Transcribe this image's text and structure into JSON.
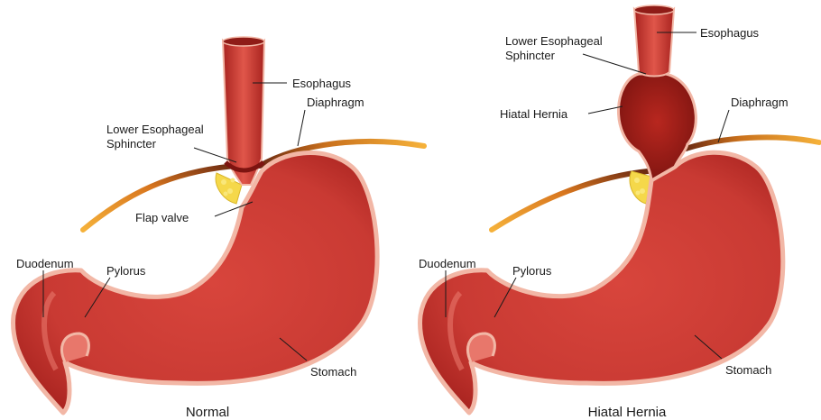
{
  "panels": [
    {
      "caption": "Normal",
      "labels": {
        "esophagus": "Esophagus",
        "les_line1": "Lower Esophageal",
        "les_line2": "Sphincter",
        "diaphragm": "Diaphragm",
        "flap_valve": "Flap valve",
        "duodenum": "Duodenum",
        "pylorus": "Pylorus",
        "stomach": "Stomach"
      }
    },
    {
      "caption": "Hiatal Hernia",
      "labels": {
        "les_line1": "Lower Esophageal",
        "les_line2": "Sphincter",
        "esophagus": "Esophagus",
        "hiatal_hernia": "Hiatal Hernia",
        "diaphragm": "Diaphragm",
        "duodenum": "Duodenum",
        "pylorus": "Pylorus",
        "stomach": "Stomach"
      }
    }
  ],
  "colors": {
    "tissue": "#cf3b34",
    "tissue_dark": "#a8231f",
    "tissue_light": "#e8776b",
    "lining": "#f2b7a6",
    "diaphragm_light": "#f0a630",
    "diaphragm_dark": "#6b2a12",
    "fat": "#f5d84a"
  }
}
